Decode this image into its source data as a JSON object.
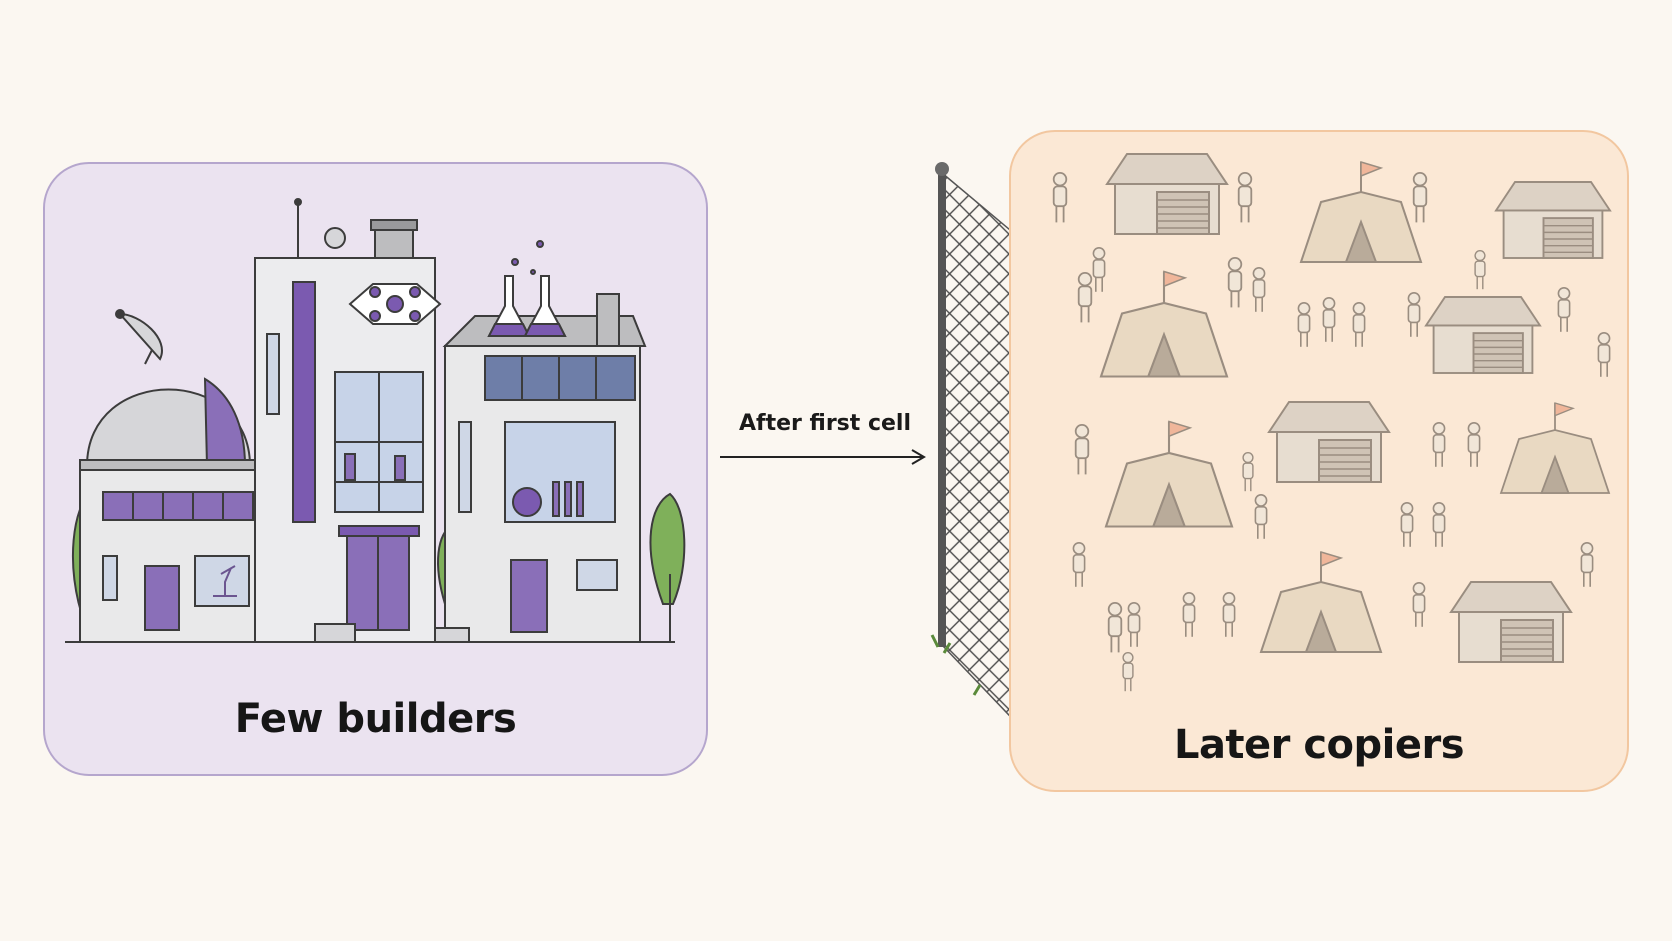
{
  "builders": {
    "label": "Few builders",
    "accent": "#7b5ab0",
    "panel_color": "#ebe3f0"
  },
  "copiers": {
    "label": "Later copiers",
    "panel_color": "#fbe8d5"
  },
  "transition": {
    "label": "After first cell",
    "icons": [
      "arrow-right-icon",
      "fence-icon"
    ]
  }
}
